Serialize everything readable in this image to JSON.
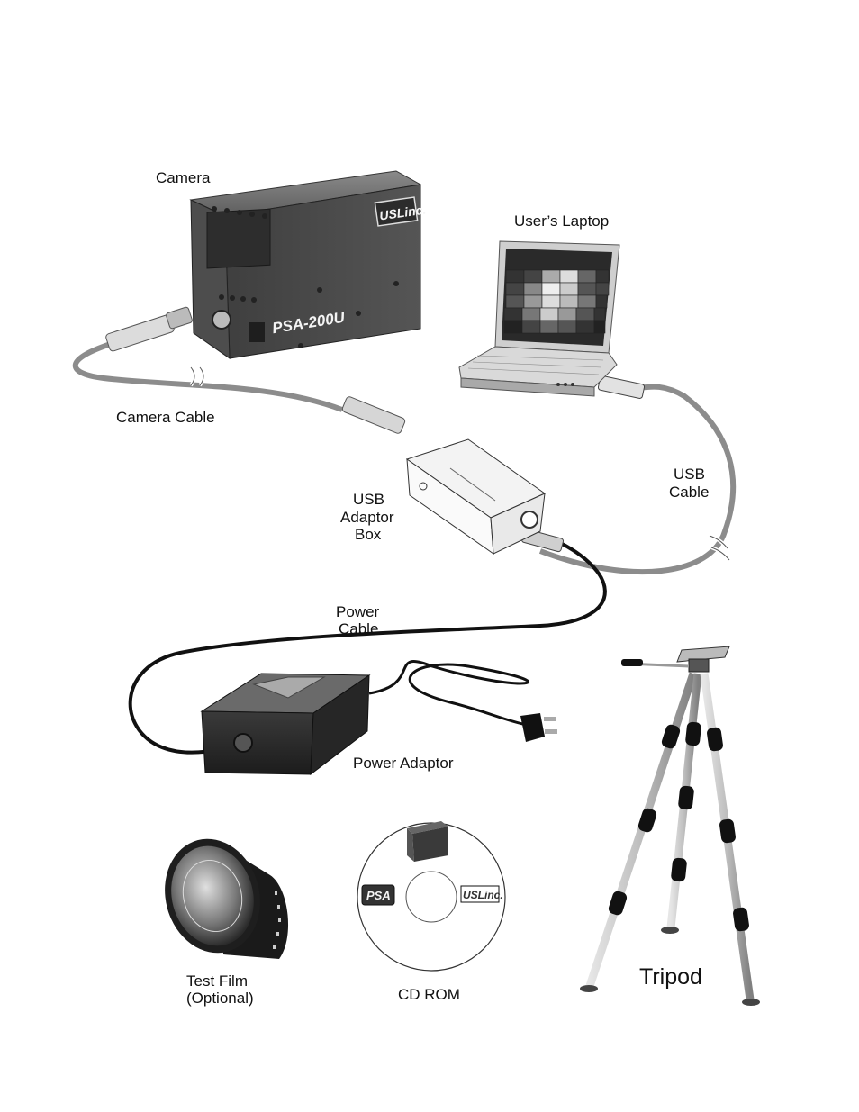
{
  "labels": {
    "camera": "Camera",
    "laptop": "User’s Laptop",
    "camera_cable": "Camera Cable",
    "usb_cable_1": "USB",
    "usb_cable_2": "Cable",
    "usb_box_1": "USB",
    "usb_box_2": "Adaptor",
    "usb_box_3": "Box",
    "power_cable_1": "Power",
    "power_cable_2": "Cable",
    "power_adaptor": "Power Adaptor",
    "test_film_1": "Test Film",
    "test_film_2": "(Optional)",
    "cd_rom": "CD ROM",
    "tripod": "Tripod"
  },
  "camera_device": {
    "model": "PSA-200U",
    "brand": "USLinc."
  },
  "cd": {
    "logo_left": "PSA",
    "logo_right": "USLinc."
  },
  "colors": {
    "camera_body": "#4a4a4a",
    "cable_gray": "#8c8c8c",
    "power_cable": "#111111",
    "tripod_leg": "#b9b9b9"
  }
}
